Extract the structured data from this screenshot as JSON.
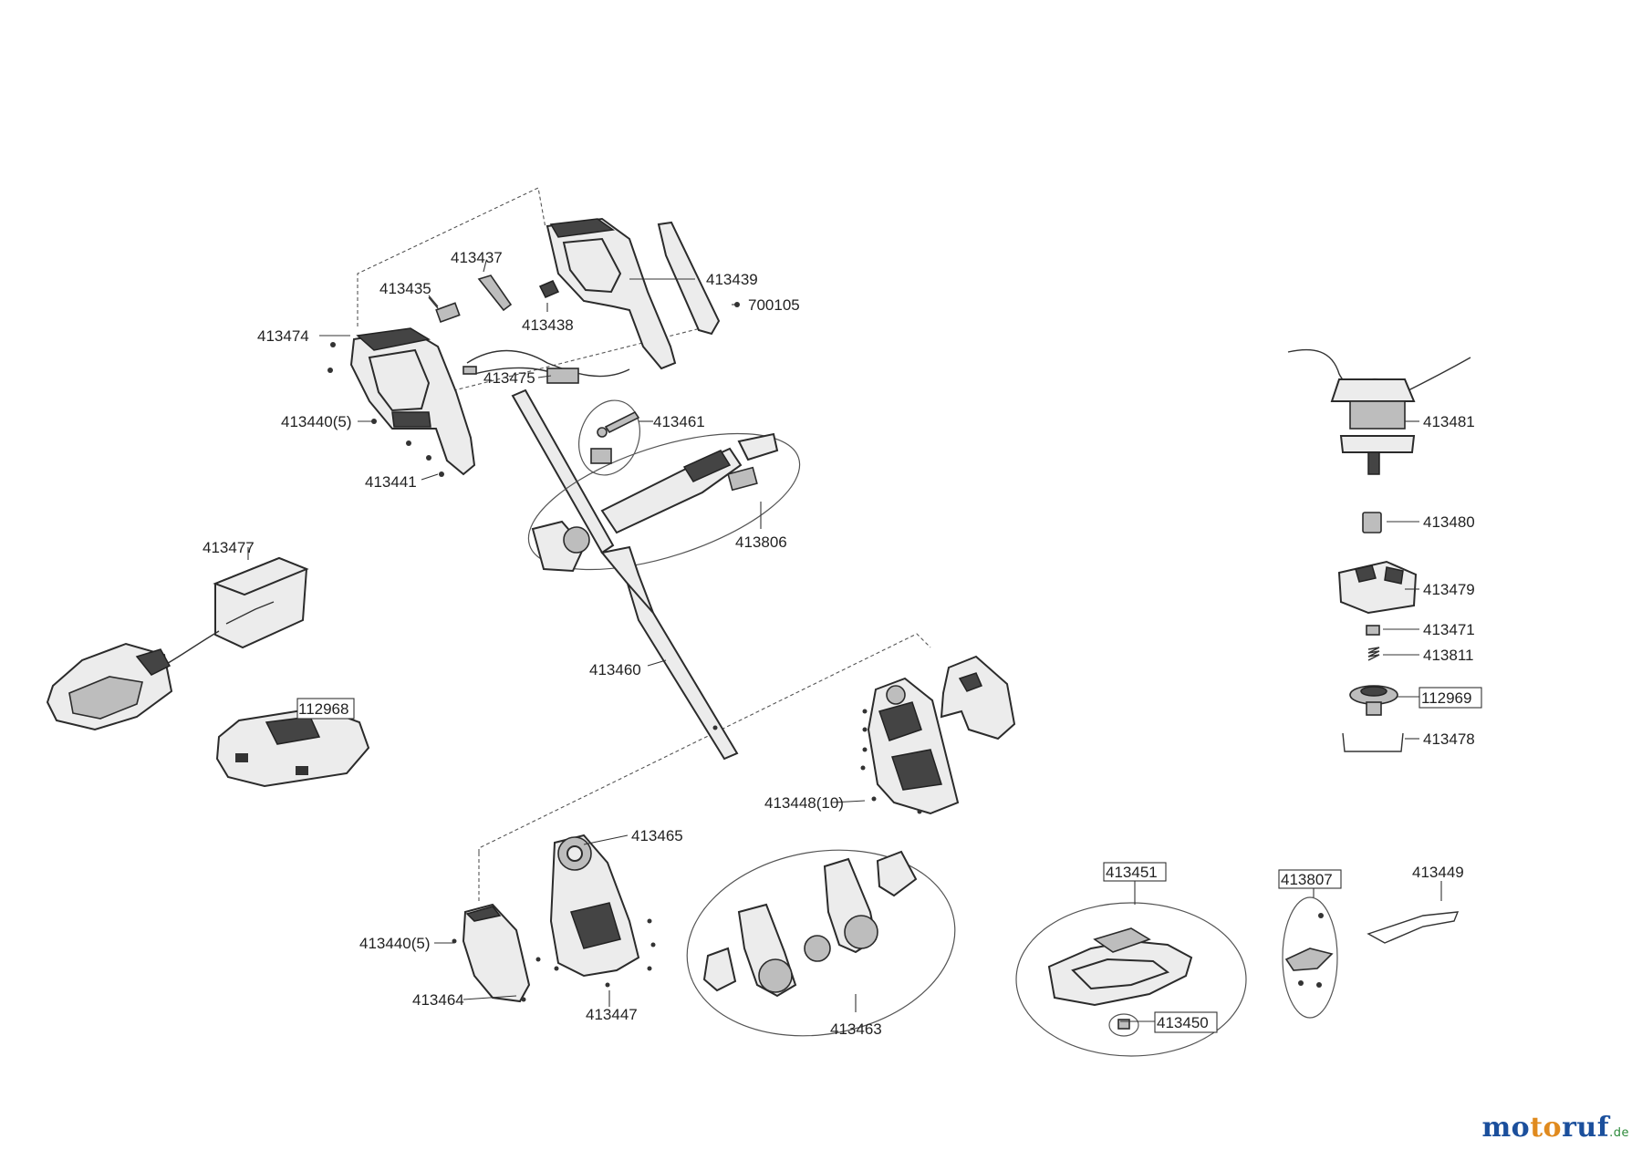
{
  "labels": {
    "p413437": "413437",
    "p413435": "413435",
    "p413439": "413439",
    "p700105": "700105",
    "p413438": "413438",
    "p413474": "413474",
    "p413475": "413475",
    "p413440a": "413440(5)",
    "p413461": "413461",
    "p413441": "413441",
    "p413806": "413806",
    "p413477": "413477",
    "p413460": "413460",
    "p112968": "112968",
    "p413448": "413448(10)",
    "p413465": "413465",
    "p413440b": "413440(5)",
    "p413464": "413464",
    "p413447": "413447",
    "p413463": "413463",
    "p413451": "413451",
    "p413450": "413450",
    "p413807": "413807",
    "p413449": "413449",
    "p413481": "413481",
    "p413480": "413480",
    "p413479": "413479",
    "p413471": "413471",
    "p413811": "413811",
    "p112969": "112969",
    "p413478": "413478"
  },
  "watermark": {
    "part1": "mo",
    "part2": "to",
    "part3": "ruf",
    "part4": ".de"
  }
}
